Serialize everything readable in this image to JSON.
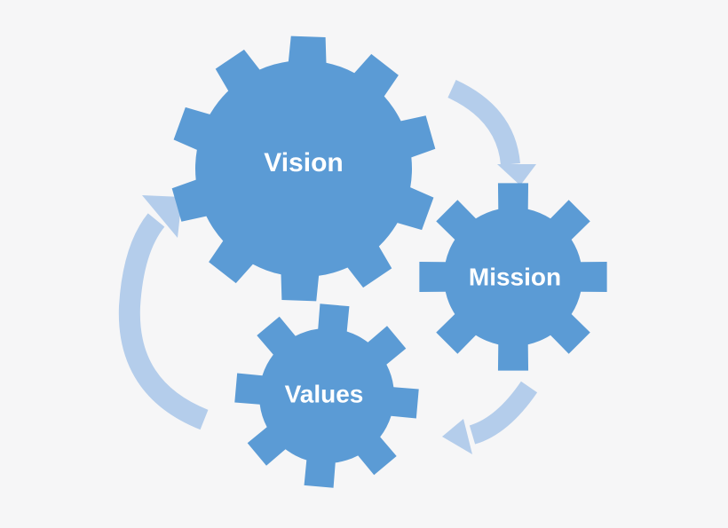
{
  "colors": {
    "background": "#f6f6f7",
    "gear": "#5b9bd5",
    "arrow": "#b4cdeb",
    "label": "#ffffff"
  },
  "gears": [
    {
      "id": "vision",
      "label": "Vision",
      "icon": "gear-icon"
    },
    {
      "id": "mission",
      "label": "Mission",
      "icon": "gear-icon"
    },
    {
      "id": "values",
      "label": "Values",
      "icon": "gear-icon"
    }
  ],
  "arrows": [
    {
      "from": "Vision",
      "to": "Mission",
      "icon": "curved-arrow-icon"
    },
    {
      "from": "Mission",
      "to": "Values",
      "icon": "curved-arrow-icon"
    },
    {
      "from": "Values",
      "to": "Vision",
      "icon": "curved-arrow-icon"
    }
  ]
}
